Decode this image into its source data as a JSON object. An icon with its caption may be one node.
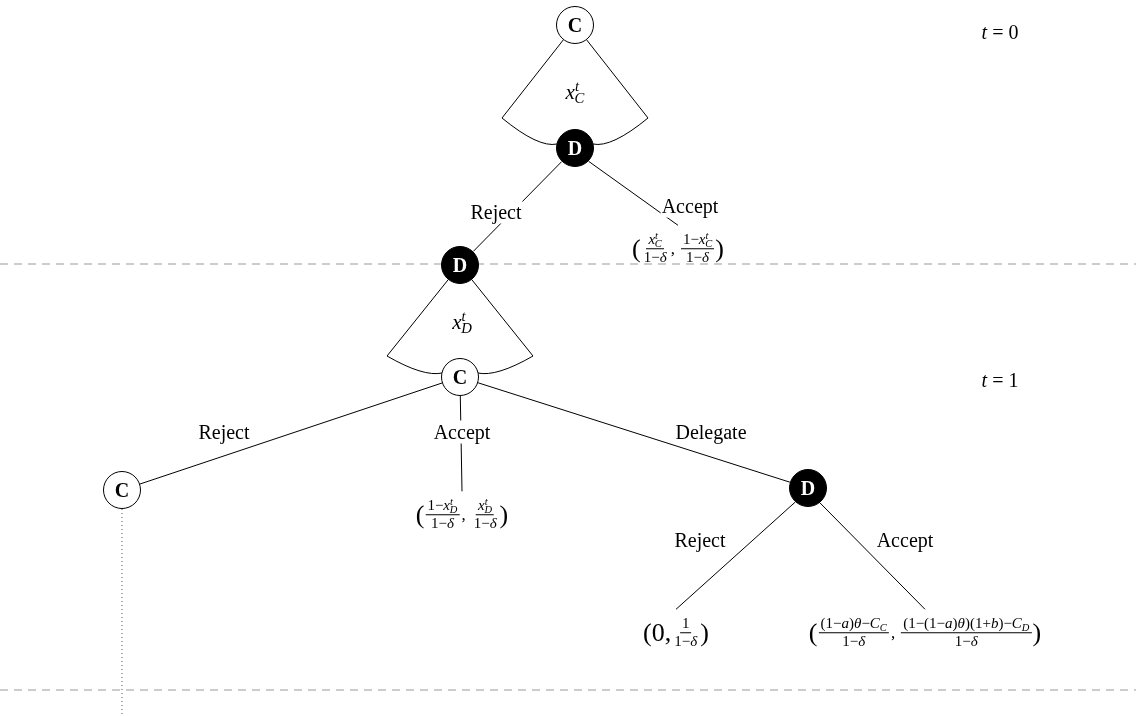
{
  "diagram": {
    "nodes": [
      {
        "text": [
          "C"
        ]
      },
      {
        "text": [
          "D"
        ]
      },
      {
        "text": [
          "(",
          "*x*$^{t}$$_{C}$",
          "1−*δ*",
          ",",
          "1−*x*$^{t}$$_{C}$",
          "1−*δ*",
          ")"
        ]
      },
      {
        "text": [
          "D"
        ]
      },
      {
        "text": [
          "C"
        ]
      },
      {
        "text": [
          "C"
        ]
      },
      {
        "text": [
          "(",
          "1−*x*$^{t}$$_{D}$",
          "1−*δ*",
          ",",
          "*x*$^{t}$$_{D}$",
          "1−*δ*",
          ")"
        ]
      },
      {
        "text": [
          "D"
        ]
      },
      {
        "text": [
          "(0,",
          "1",
          "1−*δ*",
          ")"
        ]
      },
      {
        "text": [
          "(",
          "(1−*a*)*θ*−*C*$_{C}$",
          "1−*δ*",
          ",",
          "(1−(1−*a*)*θ*)(1+*b*)−*C*$_{D}$",
          "1−*δ*",
          ")"
        ]
      }
    ],
    "edges": [
      {
        "from": 0,
        "to": 1,
        "arrow": "none",
        "label": "*x*$^{t}$$_{C}$"
      },
      {
        "from": 1,
        "to": 3,
        "arrow": "none",
        "label": "Reject"
      },
      {
        "from": 1,
        "to": 2,
        "arrow": "none",
        "label": "Accept"
      },
      {
        "from": 3,
        "to": 4,
        "arrow": "none",
        "label": "*x*$^{t}$$_{D}$"
      },
      {
        "from": 4,
        "to": 5,
        "arrow": "none",
        "label": "Reject"
      },
      {
        "from": 4,
        "to": 6,
        "arrow": "none",
        "label": "Accept"
      },
      {
        "from": 4,
        "to": 7,
        "arrow": "none",
        "label": "Delegate"
      },
      {
        "from": 7,
        "to": 8,
        "arrow": "none",
        "label": "Reject"
      },
      {
        "from": 7,
        "to": 9,
        "arrow": "none",
        "label": "Accept"
      },
      {
        "from": 5,
        "to": null,
        "arrow": "none",
        "style": "dashed"
      }
    ],
    "labels": [
      "*t* = 0",
      "*t* = 1"
    ]
  }
}
